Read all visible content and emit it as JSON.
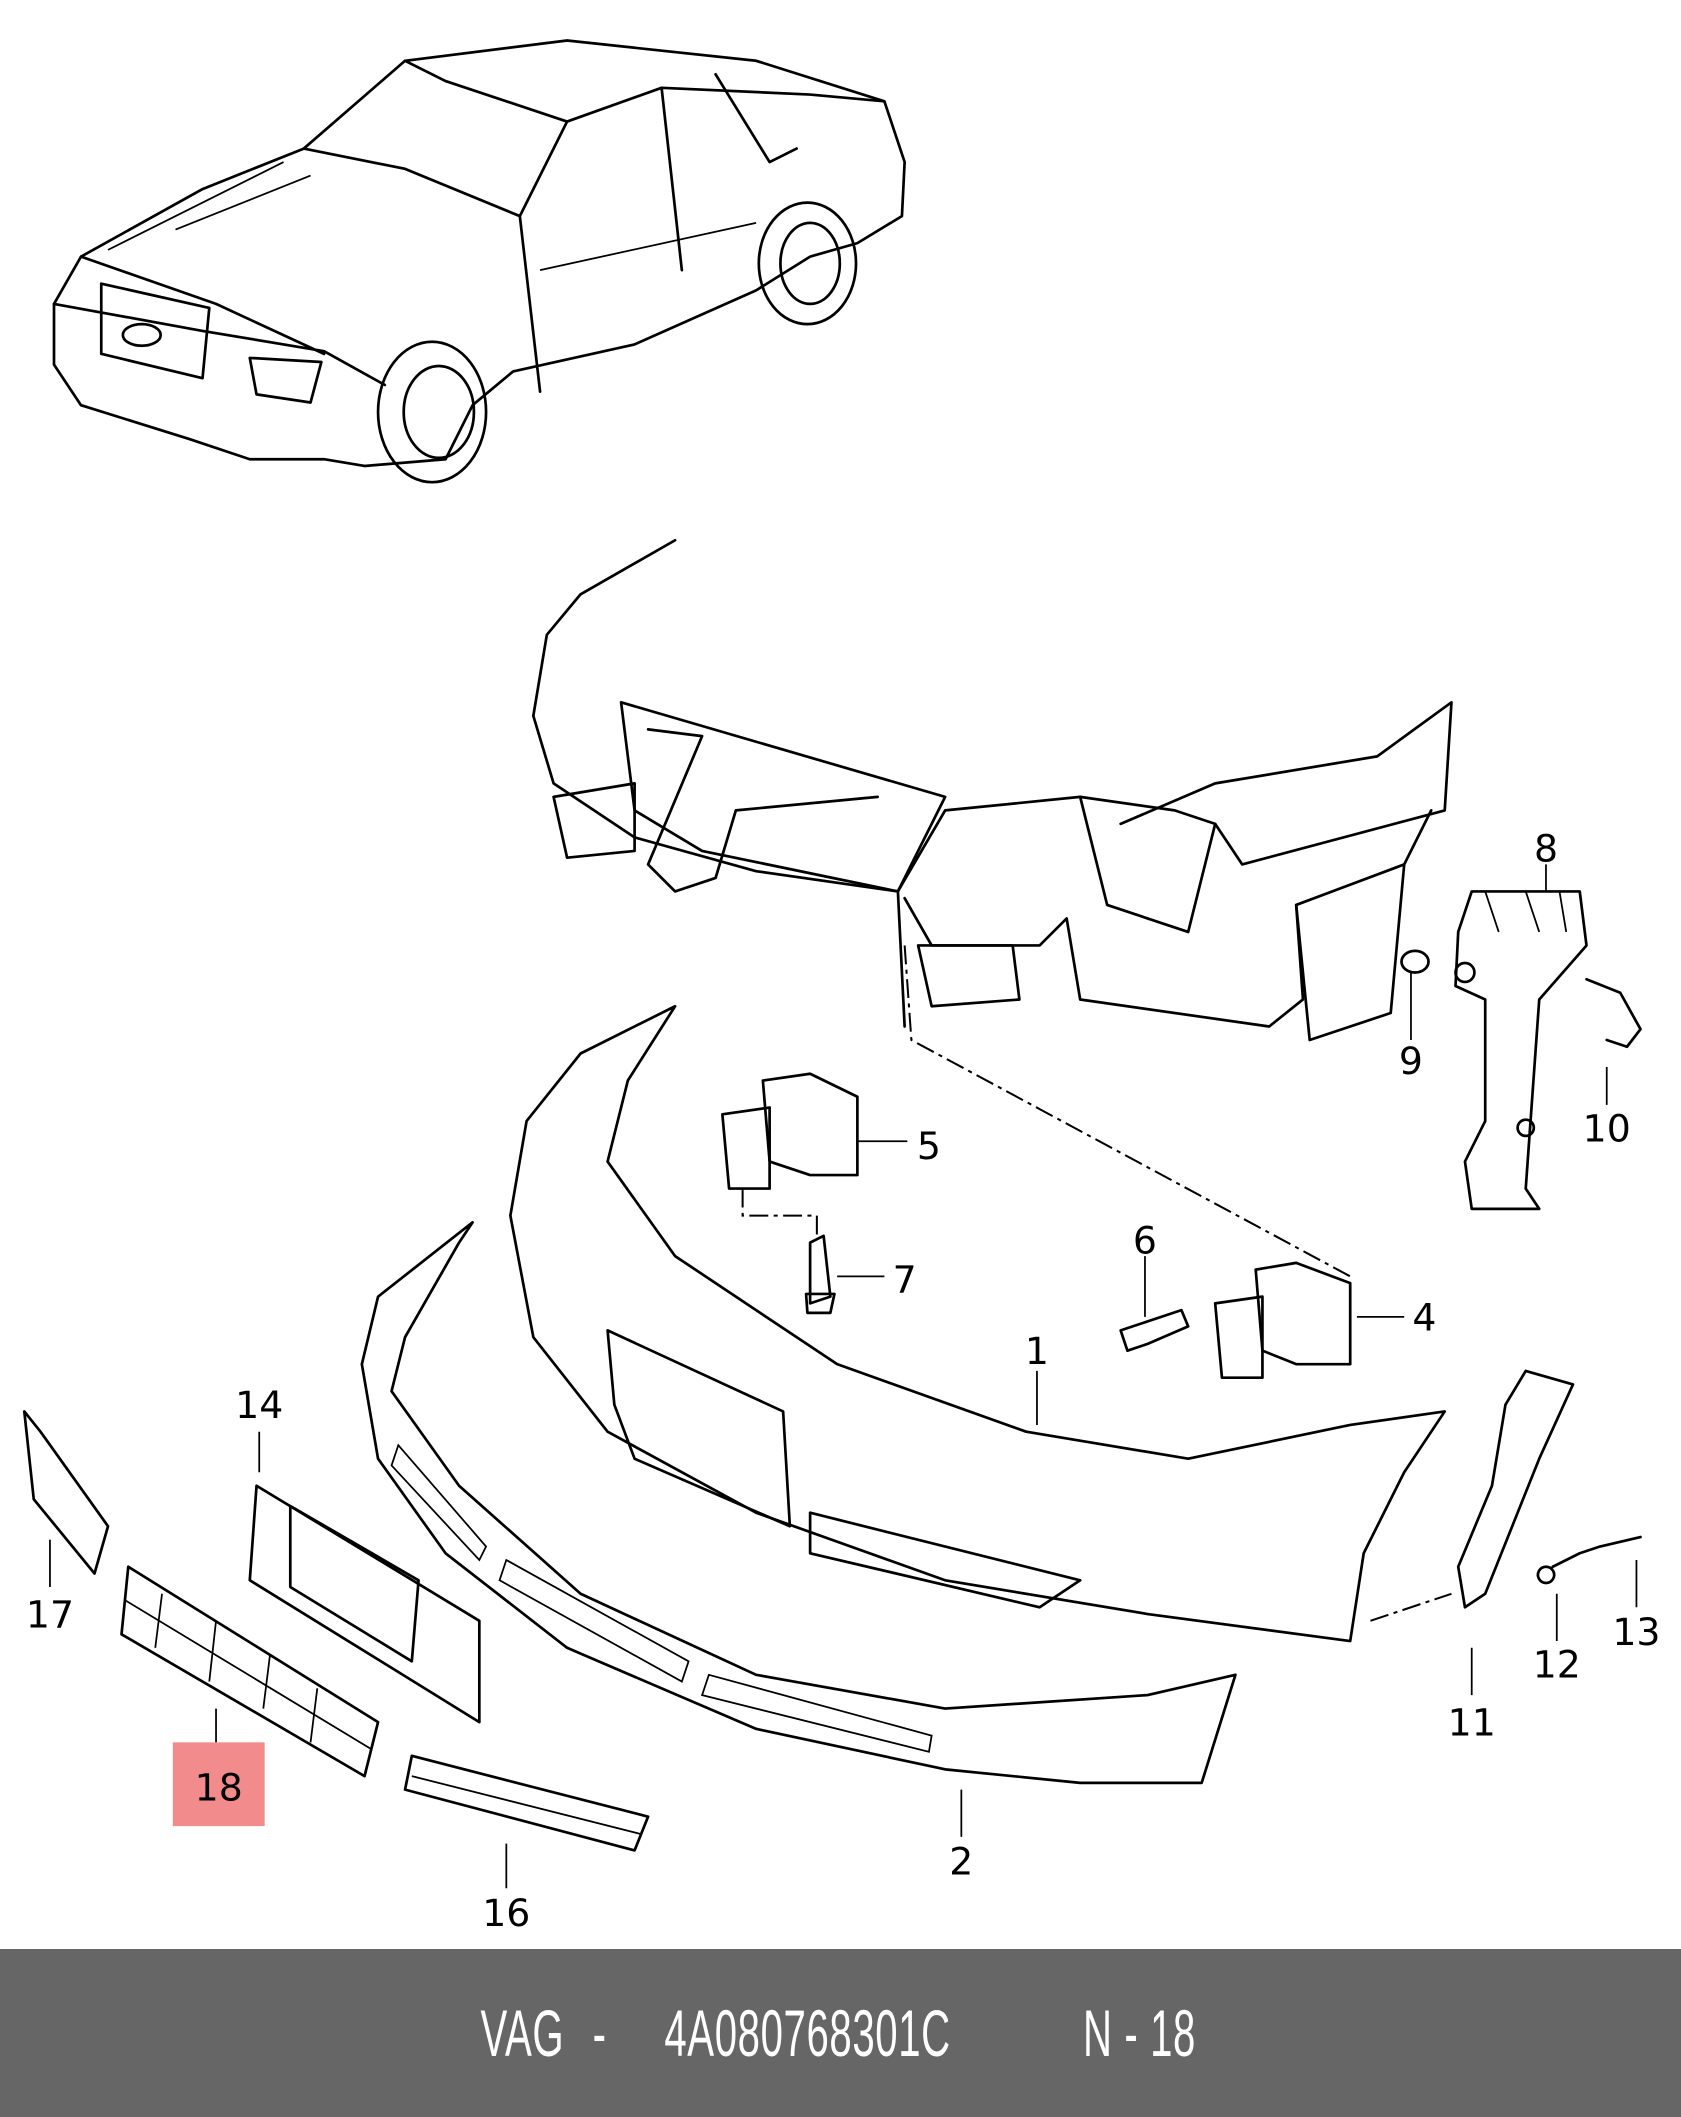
{
  "diagram": {
    "callouts": [
      "1",
      "2",
      "4",
      "5",
      "6",
      "7",
      "8",
      "9",
      "10",
      "11",
      "12",
      "13",
      "14",
      "16",
      "17",
      "18"
    ],
    "highlighted_callout": "18",
    "highlight_color": "#f28b8b"
  },
  "footer": {
    "brand": "VAG",
    "separator": " - ",
    "part_number": "4A080768301C",
    "position_label": "N - 18",
    "background": "#666666"
  }
}
